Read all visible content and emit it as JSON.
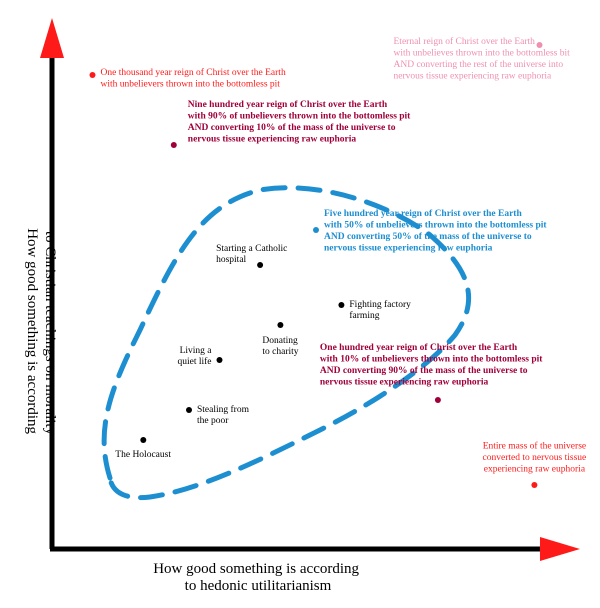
{
  "chart_data": {
    "type": "scatter",
    "xlabel": [
      "How good something is according",
      "to hedonic utilitarianism"
    ],
    "ylabel": [
      "How good something is according",
      "to Christian teachings on morality"
    ],
    "grid": false,
    "legend": "none",
    "colors": {
      "axis": "#000000",
      "arrow": "#ff1a1a",
      "region": "#1d8fd1",
      "ordinary": "#000000",
      "crimson": "#a0003a",
      "red": "#ff1a1a",
      "blue": "#1d8fd1",
      "pink": "#f090b0"
    },
    "region_label": "",
    "points": [
      {
        "label": [
          "The Holocaust"
        ],
        "x": 0.16,
        "y": 0.2,
        "color": "ordinary",
        "label_pos": "below"
      },
      {
        "label": [
          "Stealing from",
          "the poor"
        ],
        "x": 0.25,
        "y": 0.26,
        "color": "ordinary",
        "label_pos": "right"
      },
      {
        "label": [
          "Living a",
          "quiet life"
        ],
        "x": 0.31,
        "y": 0.36,
        "color": "ordinary",
        "label_pos": "left"
      },
      {
        "label": [
          "Donating",
          "to charity"
        ],
        "x": 0.43,
        "y": 0.43,
        "color": "ordinary",
        "label_pos": "below-left"
      },
      {
        "label": [
          "Starting a Catholic",
          "hospital"
        ],
        "x": 0.39,
        "y": 0.55,
        "color": "ordinary",
        "label_pos": "above-left"
      },
      {
        "label": [
          "Fighting factory",
          "farming"
        ],
        "x": 0.55,
        "y": 0.47,
        "color": "ordinary",
        "label_pos": "right"
      },
      {
        "label": [
          "One thousand year reign of Christ over the Earth",
          "with unbelievers thrown into the bottomless pit"
        ],
        "x": 0.06,
        "y": 0.93,
        "color": "red",
        "label_pos": "right"
      },
      {
        "label": [
          "Nine hundred year reign of Christ over the Earth",
          "with 90% of unbelievers thrown into the bottomless pit",
          "AND converting 10% of the mass of the universe to",
          "nervous tissue experiencing raw euphoria"
        ],
        "x": 0.22,
        "y": 0.79,
        "color": "crimson",
        "label_pos": "above-right"
      },
      {
        "label": [
          "Five hundred year reign of Christ over the Earth",
          "with 50% of unbelievers thrown into the bottomless pit",
          "AND converting 50% of the mass of the universe to",
          "nervous tissue experiencing raw euphoria"
        ],
        "x": 0.5,
        "y": 0.62,
        "color": "blue",
        "label_pos": "right"
      },
      {
        "label": [
          "One hundred year reign of Christ over the Earth",
          "with 10% of unbelievers thrown into the bottomless pit",
          "AND converting 90% of the mass of the universe to",
          "nervous tissue experiencing raw euphoria"
        ],
        "x": 0.74,
        "y": 0.28,
        "color": "crimson",
        "label_pos": "above-left"
      },
      {
        "label": [
          "Eternal reign of Christ over the Earth",
          "with unbelieves thrown into the bottomless bit",
          "AND converting the rest of the universe into",
          "nervous tissue experiencing raw euphoria"
        ],
        "x": 0.94,
        "y": 0.99,
        "color": "pink",
        "label_pos": "below-left"
      },
      {
        "label": [
          "Entire mass of the universe",
          "converted to nervous tissue",
          "experiencing raw euphoria"
        ],
        "x": 0.93,
        "y": 0.11,
        "color": "red",
        "label_pos": "above"
      }
    ]
  }
}
